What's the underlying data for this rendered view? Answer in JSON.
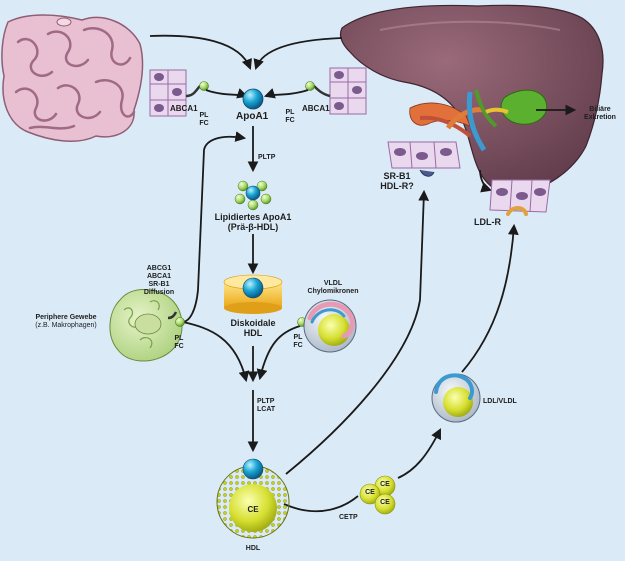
{
  "diagram": {
    "abca1_left": "ABCA1",
    "abca1_right": "ABCA1",
    "pl_fc": [
      "PL",
      "FC"
    ],
    "apoa1": "ApoA1",
    "pltp": "PLTP",
    "lipidated": [
      "Lipidiertes ApoA1",
      "(Prä-β-HDL)"
    ],
    "transporters": [
      "ABCG1",
      "ABCA1",
      "SR-B1",
      "Diffusion"
    ],
    "peripheral": [
      "Periphere Gewebe",
      "(z.B. Makrophagen)"
    ],
    "discoidal": [
      "Diskoidale",
      "HDL"
    ],
    "vldl": [
      "VLDL",
      "Chylomikronen"
    ],
    "pltp_lcat": [
      "PLTP",
      "LCAT"
    ],
    "ce": "CE",
    "hdl": "HDL",
    "cetp": "CETP",
    "ldl_vldl": "LDL/VLDL",
    "srb1": [
      "SR-B1",
      "HDL-R?"
    ],
    "ldlr": "LDL-R",
    "biliary": [
      "Biliäre",
      "Exkretion"
    ]
  },
  "colors": {
    "background": "#dbeaf7",
    "liver": "#7a4f5e",
    "intestine": "#e8c0d2",
    "apoa1": "#1aa7d6",
    "lipid": "#d6df30",
    "hdl_disc": "#f2c230",
    "gallbladder": "#5bb030",
    "cell_wall": "#c7a0c8",
    "arrow": "#1a1a1a"
  }
}
